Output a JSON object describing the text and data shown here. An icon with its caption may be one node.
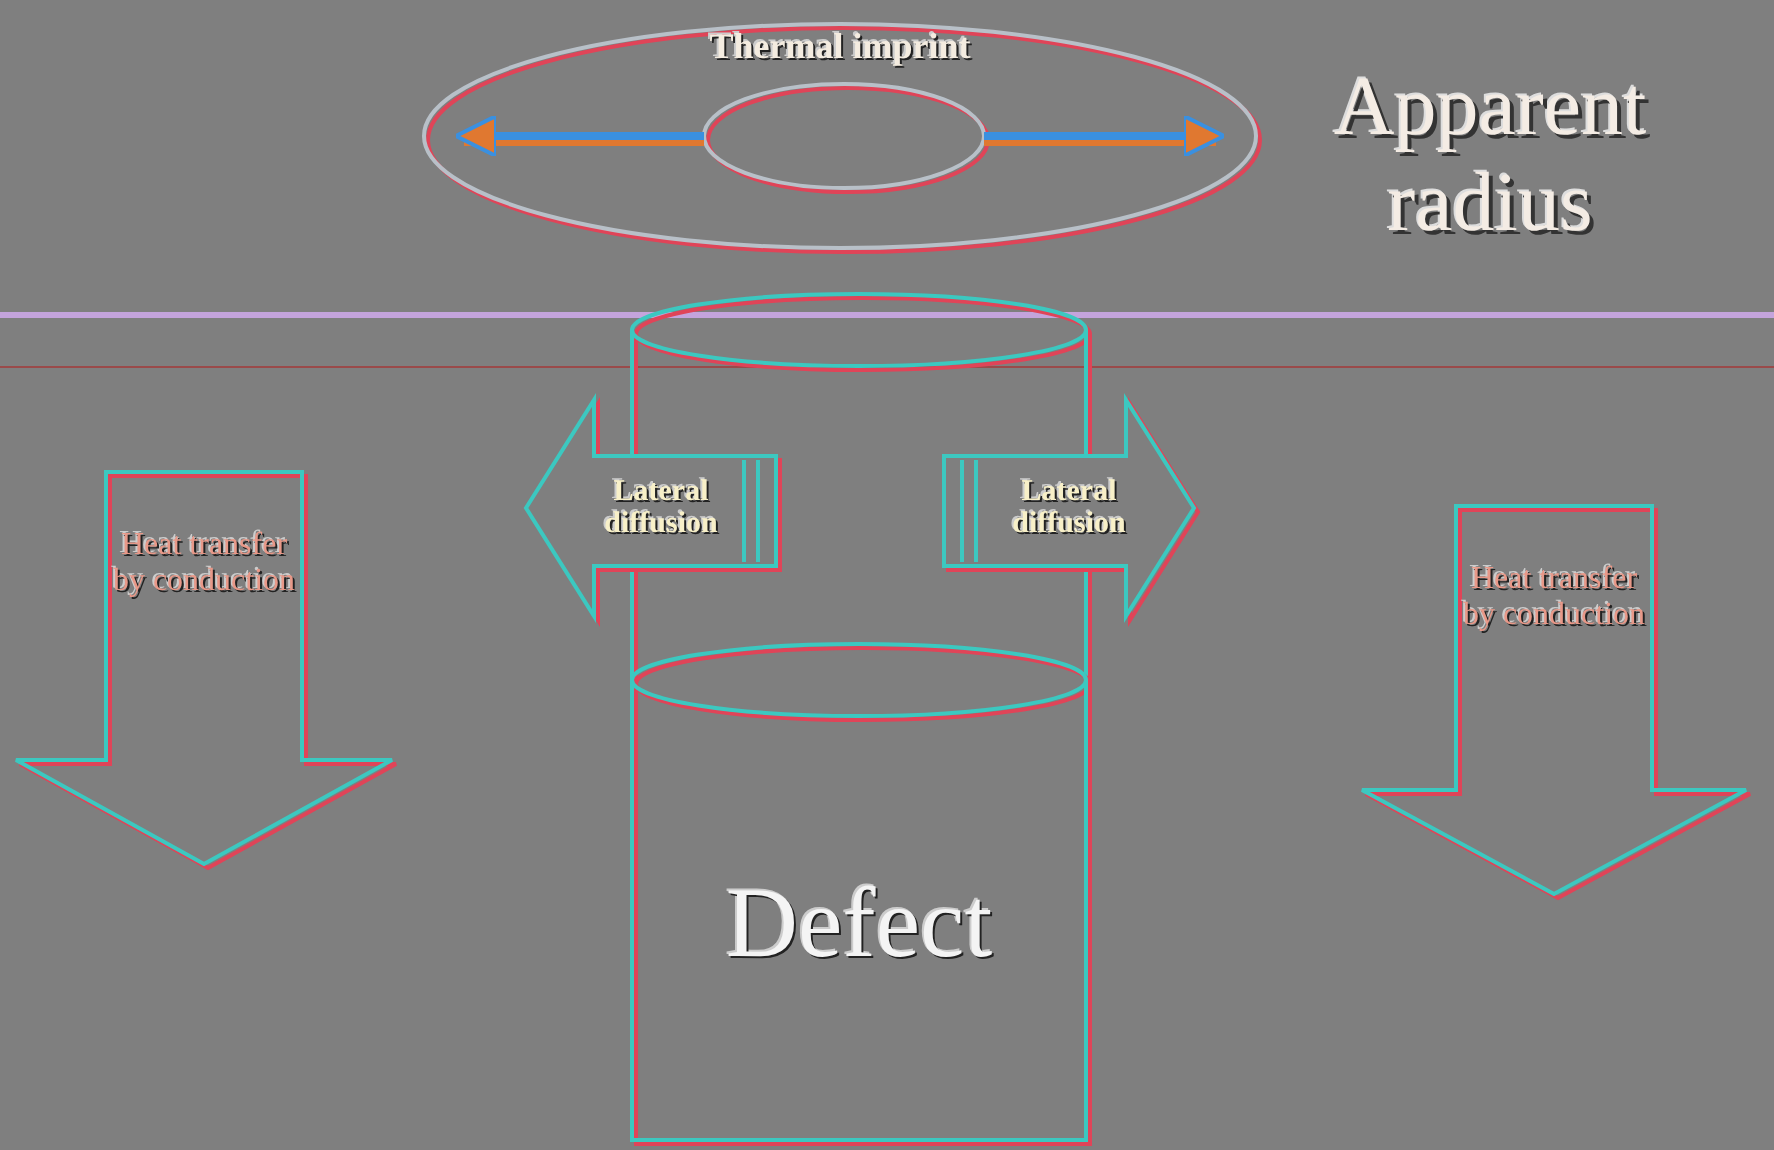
{
  "diagram": {
    "nodes": [
      {
        "text": [
          "Thermal imprint"
        ]
      },
      {
        "text": [],
        "shape": "ellipse",
        "in": 0
      },
      {
        "text": [],
        "shape": "cylinder"
      },
      {
        "text": [
          "Lateral diffusion"
        ]
      },
      {
        "text": [
          "Lateral diffusion"
        ]
      },
      {
        "text": [
          "Defect"
        ]
      },
      {
        "text": [
          "Heat transfer by conduction"
        ]
      },
      {
        "text": [
          "Heat transfer by conduction"
        ]
      }
    ],
    "edges": [
      {
        "from": 1,
        "to": 0,
        "arrow": "to"
      },
      {
        "from": 1,
        "to": 0,
        "arrow": "to"
      }
    ],
    "labels": [
      "Apparent radius"
    ]
  }
}
